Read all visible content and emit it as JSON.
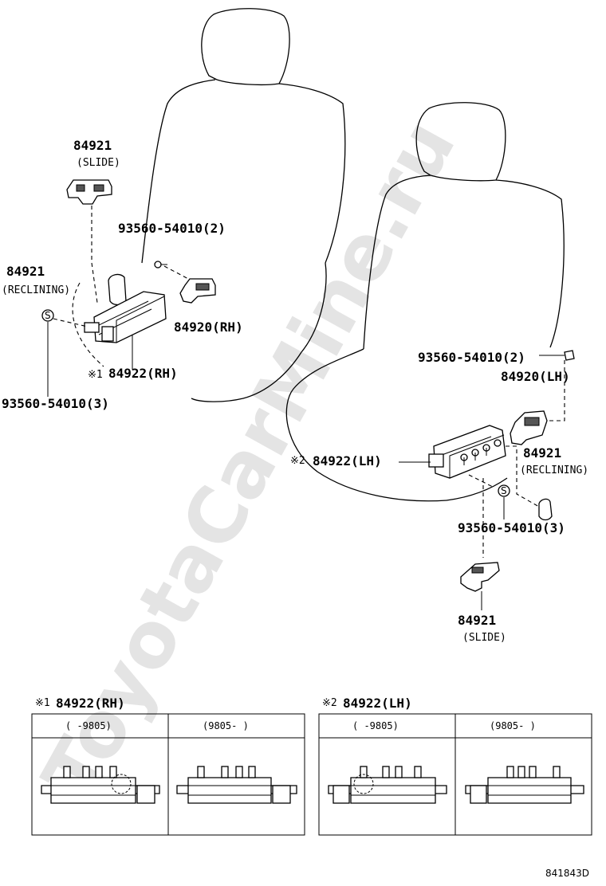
{
  "watermark": "ToyotaCarMine.ru",
  "labels": {
    "rh_slide_no": "84921",
    "rh_slide_desc": "(SLIDE)",
    "rh_screw2": "93560-54010(2)",
    "rh_recl_no": "84921",
    "rh_recl_desc": "(RECLINING)",
    "rh_cover": "84920(RH)",
    "rh_switch_mark": "※1",
    "rh_switch": "84922(RH)",
    "rh_screw3": "93560-54010(3)",
    "lh_screw2": "93560-54010(2)",
    "lh_cover": "84920(LH)",
    "lh_recl_no": "84921",
    "lh_recl_desc": "(RECLINING)",
    "lh_switch_mark": "※2",
    "lh_switch": "84922(LH)",
    "lh_screw3": "93560-54010(3)",
    "lh_slide_no": "84921",
    "lh_slide_desc": "(SLIDE)",
    "s_mark": "S"
  },
  "panels": {
    "rh": {
      "mark": "※1",
      "title": "84922(RH)",
      "col1": "(    -9805)",
      "col2": "(9805-    )"
    },
    "lh": {
      "mark": "※2",
      "title": "84922(LH)",
      "col1": "(    -9805)",
      "col2": "(9805-    )"
    }
  },
  "diagram_code": "841843D"
}
